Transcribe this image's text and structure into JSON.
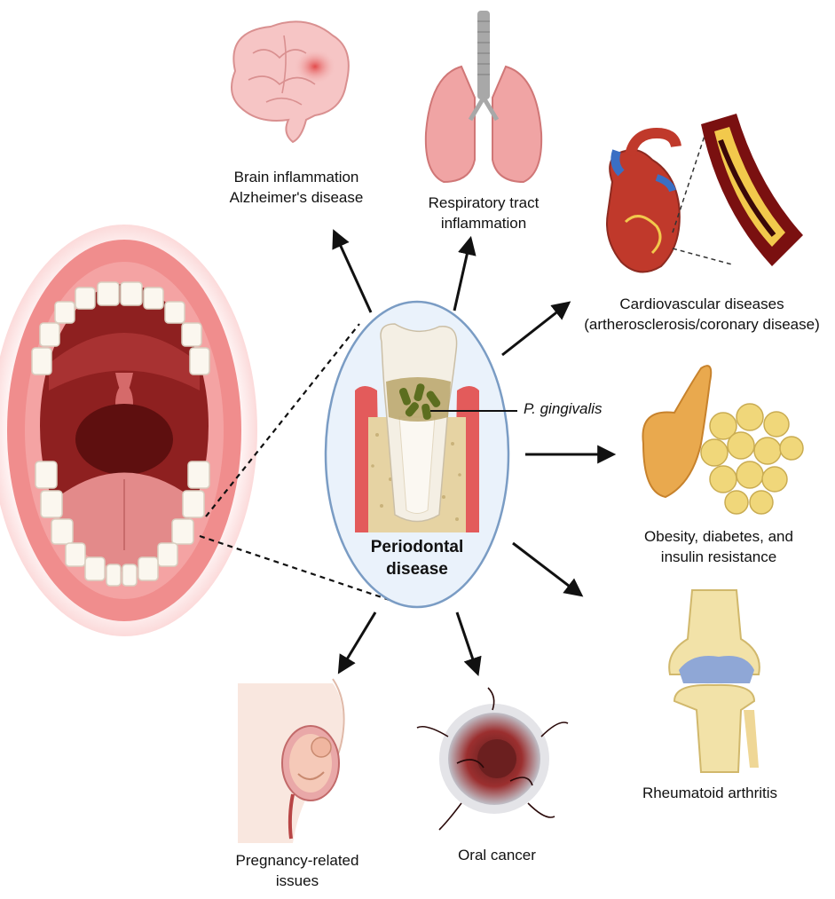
{
  "center": {
    "title_line1": "Periodontal",
    "title_line2": "disease",
    "bacteria_label": "P. gingivalis"
  },
  "outcomes": {
    "brain": {
      "line1": "Brain inflammation",
      "line2": "Alzheimer's disease",
      "icon": "brain-icon"
    },
    "respiratory": {
      "line1": "Respiratory tract",
      "line2": "inflammation",
      "icon": "lungs-icon"
    },
    "cardio": {
      "line1": "Cardiovascular diseases",
      "line2": "(artherosclerosis/coronary disease)",
      "icon": "heart-icon"
    },
    "metabolic": {
      "line1": "Obesity, diabetes, and",
      "line2": "insulin resistance",
      "icon": "pancreas-fat-icon"
    },
    "arthritis": {
      "line1": "Rheumatoid arthritis",
      "icon": "knee-joint-icon"
    },
    "cancer": {
      "line1": "Oral cancer",
      "icon": "tumor-icon"
    },
    "pregnancy": {
      "line1": "Pregnancy-related",
      "line2": "issues",
      "icon": "pregnancy-icon"
    }
  },
  "colors": {
    "gum": "#e57373",
    "mouth_dark": "#7f1d1d",
    "tooth": "#f4efe4",
    "bone": "#e6d3a3",
    "center_circle": "#eaf2fb",
    "fat": "#f0d77a",
    "arrow": "#111111"
  }
}
